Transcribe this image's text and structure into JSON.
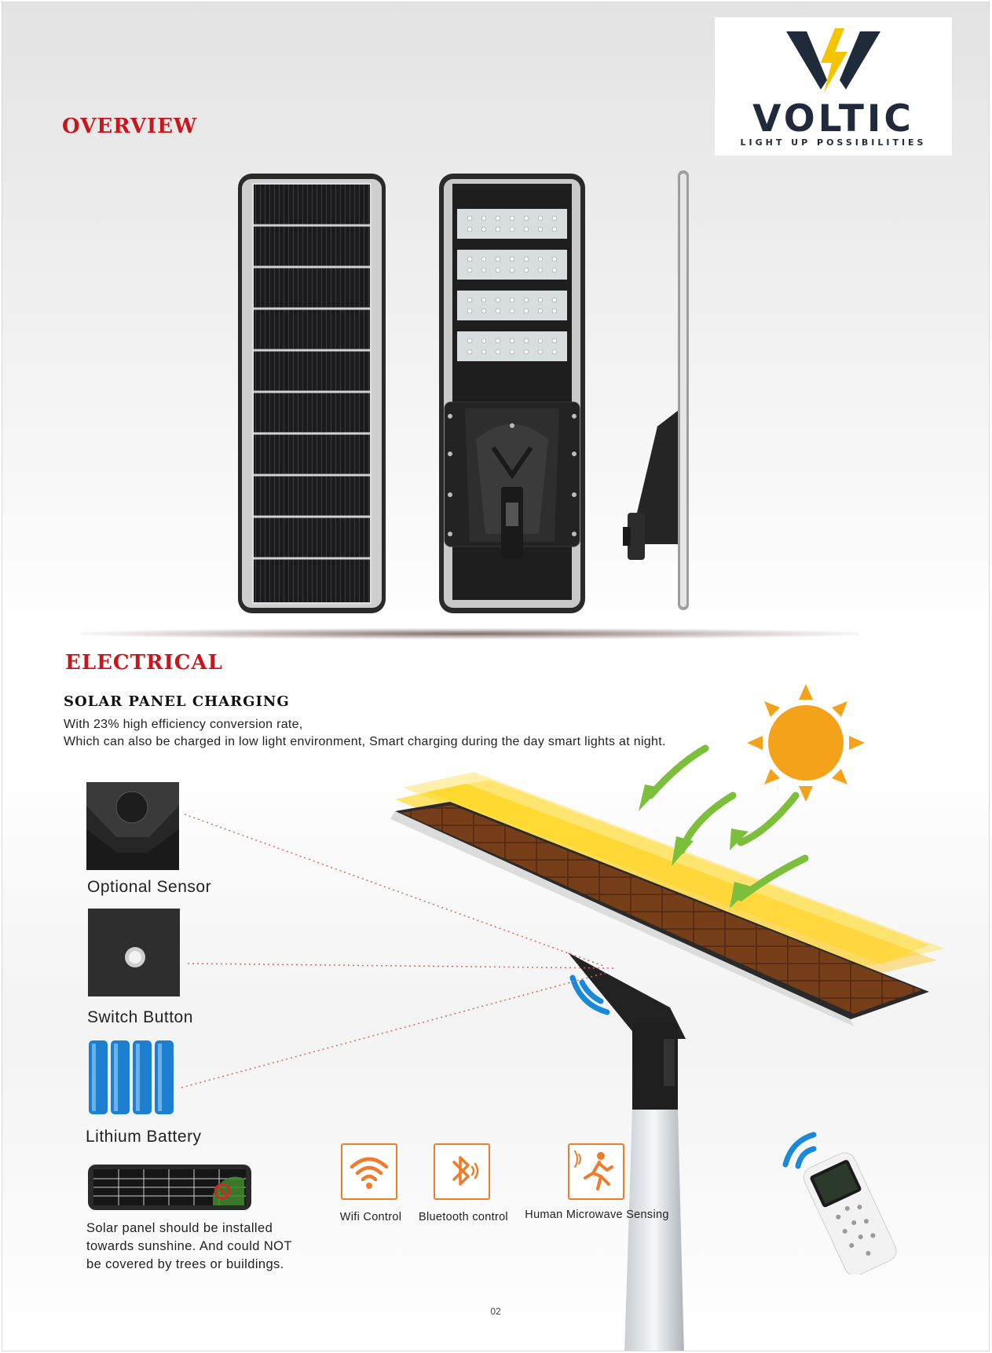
{
  "brand": {
    "name": "VOLTIC",
    "tagline": "LIGHT UP POSSIBILITIES",
    "colors": {
      "navy": "#1f2a3a",
      "accent": "#f5c400",
      "red": "#c8161d",
      "orange": "#f07b2a"
    }
  },
  "overview": {
    "heading": "OVERVIEW"
  },
  "electrical": {
    "heading": "ELECTRICAL",
    "subheading": "SOLAR PANEL CHARGING",
    "description_line1": "With 23% high efficiency conversion rate,",
    "description_line2": "Which can also be charged in low light environment, Smart charging during the day smart lights at night."
  },
  "components": [
    {
      "label": "Optional Sensor",
      "icon": "sensor-closeup-icon"
    },
    {
      "label": "Switch Button",
      "icon": "switch-button-closeup-icon"
    },
    {
      "label": "Lithium Battery",
      "icon": "battery-cells-icon"
    }
  ],
  "installation_note": {
    "text_line1": "Solar panel should be installed",
    "text_line2": "towards sunshine. And could NOT",
    "text_line3": "be covered by trees or buildings."
  },
  "features": [
    {
      "label": "Wifi Control",
      "icon": "wifi-icon"
    },
    {
      "label": "Bluetooth control",
      "icon": "bluetooth-icon"
    },
    {
      "label": "Human Microwave Sensing",
      "icon": "human-motion-icon"
    }
  ],
  "page_number": "02"
}
